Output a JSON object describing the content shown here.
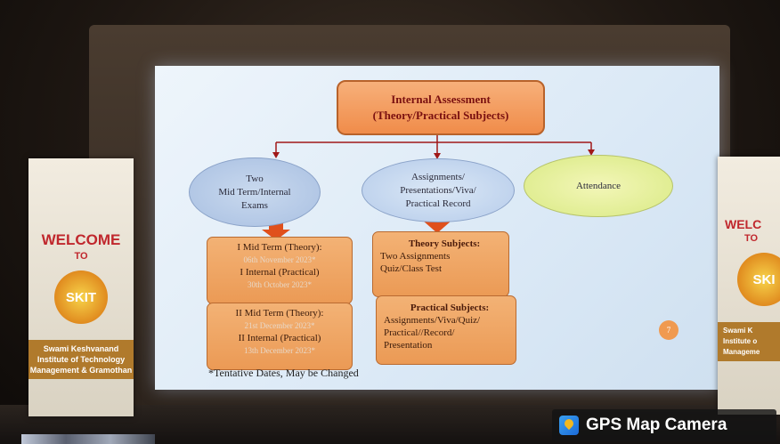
{
  "slide": {
    "title_line1": "Internal Assessment",
    "title_line2": "(Theory/Practical Subjects)",
    "branches": [
      {
        "lines": [
          "Two",
          "Mid Term/Internal",
          "Exams"
        ]
      },
      {
        "lines": [
          "Assignments/",
          "Presentations/Viva/",
          "Practical Record"
        ]
      },
      {
        "lines": [
          "Attendance"
        ]
      }
    ],
    "exam_box1": {
      "line1": "I Mid Term (Theory):",
      "date1": "06th November 2023*",
      "line2": "I Internal (Practical)",
      "date2": "30th October 2023*"
    },
    "exam_box2": {
      "line1": "II Mid Term (Theory):",
      "date1": "21st December 2023*",
      "line2": "II Internal (Practical)",
      "date2": "13th December 2023*"
    },
    "theory_box": {
      "heading": "Theory Subjects:",
      "line1": "Two Assignments",
      "line2": "Quiz/Class Test"
    },
    "practical_box": {
      "heading": "Practical Subjects:",
      "line1": "Assignments/Viva/Quiz/",
      "line2": "Practical//Record/",
      "line3": "Presentation"
    },
    "page_number": "7",
    "footnote": "*Tentative Dates, May be Changed"
  },
  "banner_left": {
    "welcome": "WELCOME",
    "to": "TO",
    "logo": "SKIT",
    "inst_line1": "Swami Keshvanand",
    "inst_line2": "Institute of Technology",
    "inst_line3": "Management & Gramothan"
  },
  "banner_right": {
    "welcome": "WELC",
    "to": "TO",
    "logo": "SKI",
    "inst_line1": "Swami K",
    "inst_line2": "Institute o",
    "inst_line3": "Manageme"
  },
  "watermark": {
    "label": "GPS Map Camera",
    "icon": "map-pin-icon"
  },
  "colors": {
    "title_box": "#f08c4a",
    "title_text": "#7a1010",
    "ellipse_blue": "#a9c0e2",
    "ellipse_green": "#d9ea84",
    "orange_box": "#eb9a55",
    "connector": "#a01818",
    "arrow": "#e0501c"
  }
}
